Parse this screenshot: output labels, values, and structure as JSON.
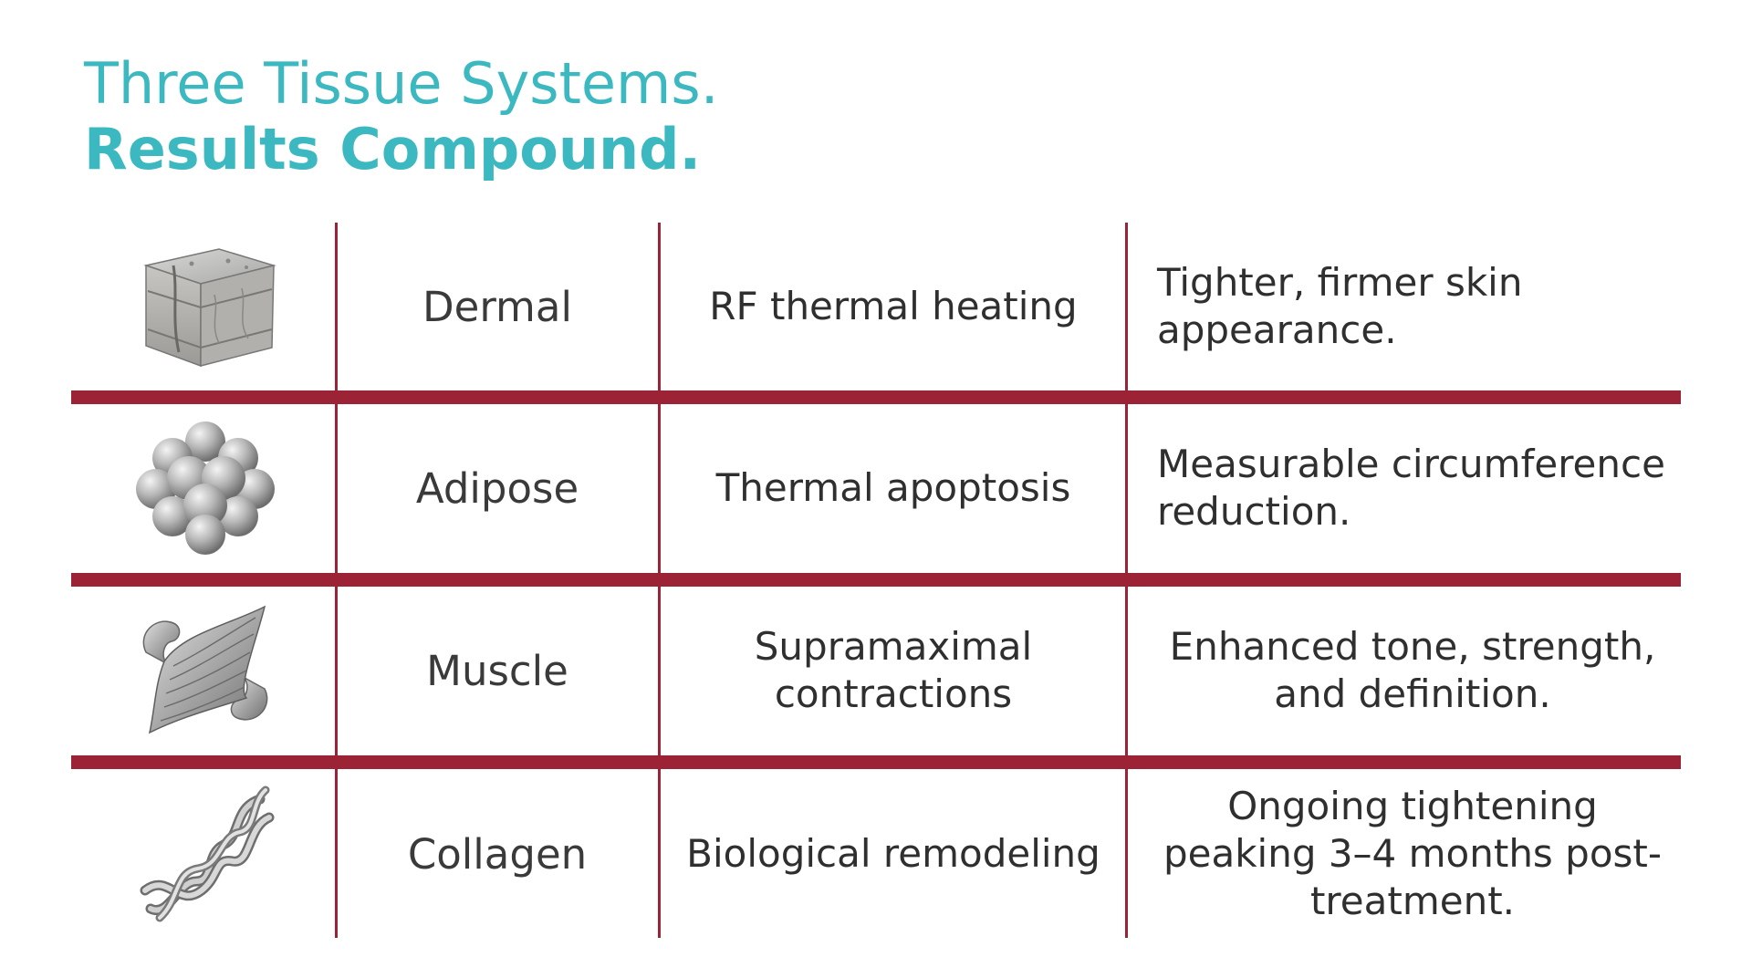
{
  "title": {
    "line1": "Three Tissue Systems.",
    "line2": "Results Compound."
  },
  "colors": {
    "title_teal": "#3bb8c0",
    "rule_crimson": "#9b2335",
    "text_dark": "#333333",
    "icon_metal": "#b9b9b9"
  },
  "rows": [
    {
      "icon": "skin-layers-icon",
      "tissue": "Dermal",
      "mechanism": "RF thermal heating",
      "result": "Tighter, firmer skin appearance."
    },
    {
      "icon": "fat-cells-cluster-icon",
      "tissue": "Adipose",
      "mechanism": "Thermal apoptosis",
      "result": "Measurable circumference reduction."
    },
    {
      "icon": "muscle-arm-icon",
      "tissue": "Muscle",
      "mechanism": "Supramaximal contractions",
      "result": "Enhanced tone, strength, and definition."
    },
    {
      "icon": "collagen-helix-icon",
      "tissue": "Collagen",
      "mechanism": "Biological remodeling",
      "result": "Ongoing tightening peaking 3–4 months post-treatment."
    }
  ]
}
